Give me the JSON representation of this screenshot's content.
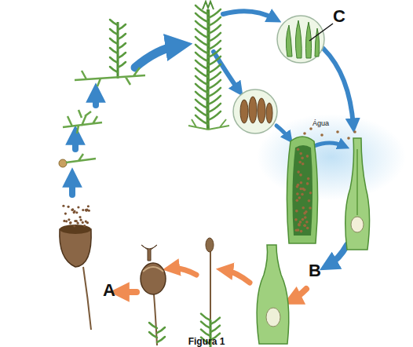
{
  "diagram": {
    "caption": "Figura 1",
    "labels": [
      "C",
      "Água",
      "B",
      "A"
    ]
  }
}
